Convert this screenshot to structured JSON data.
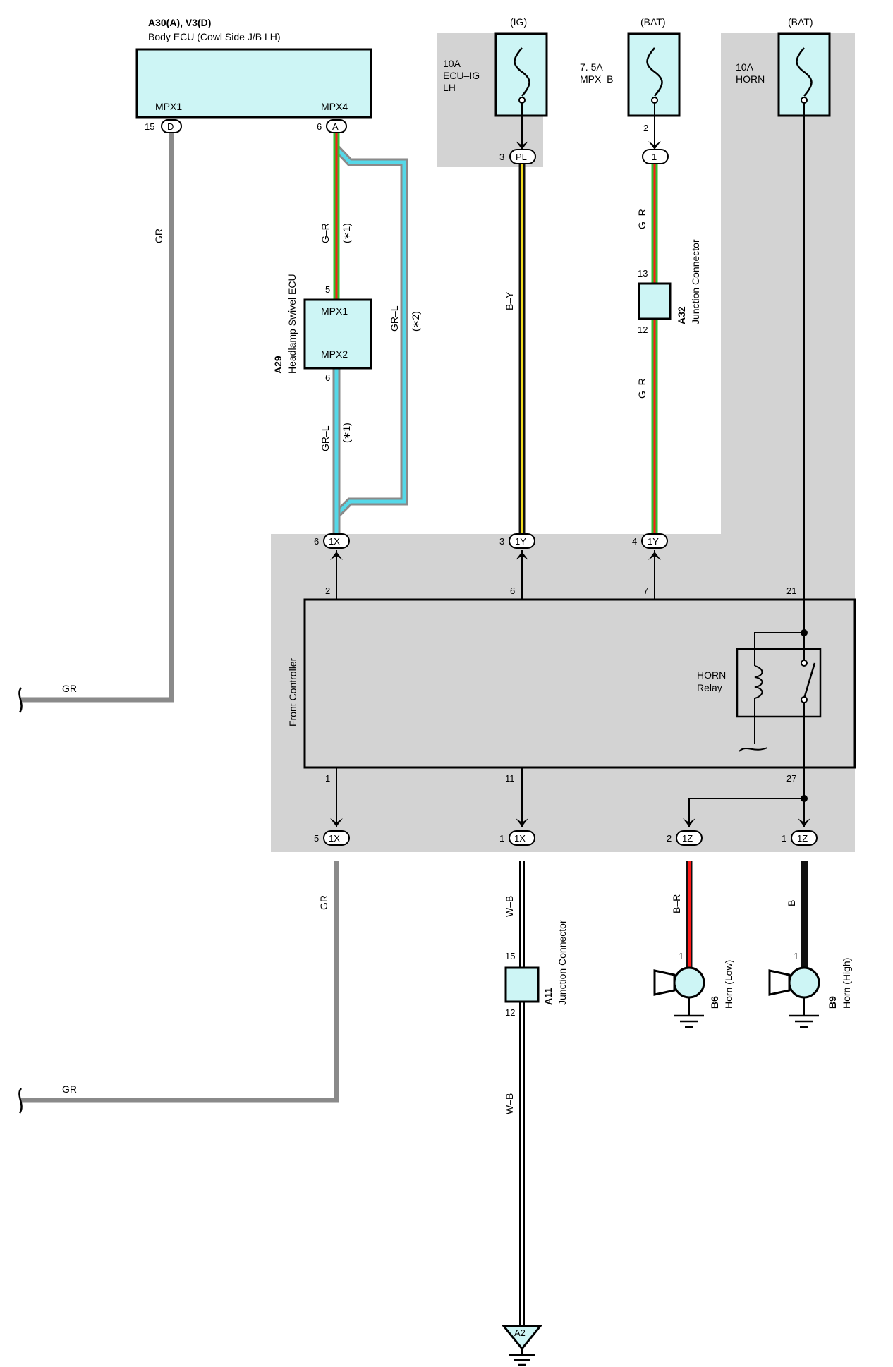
{
  "colors": {
    "area": "#d3d3d3",
    "box": "#cdf5f5",
    "wire_gray": "#8a8a8a",
    "wire_green": "#2fbf2f",
    "wire_red": "#ff1a1a",
    "wire_cyan": "#55d8e8",
    "wire_yellow": "#f2dd20",
    "wire_black": "#101010"
  },
  "body_ecu": {
    "code": "A30(A), V3(D)",
    "name": "Body ECU (Cowl Side J/B LH)",
    "pin_left": "MPX1",
    "pin_right": "MPX4",
    "left_pin_num": "15",
    "left_conn": "D",
    "right_pin_num": "6",
    "right_conn": "A"
  },
  "fuses": [
    {
      "source": "(IG)",
      "rating": "10A",
      "name_line1": "ECU–IG",
      "name_line2": "LH"
    },
    {
      "source": "(BAT)",
      "rating": "7. 5A",
      "name_line1": "MPX–B",
      "name_line2": ""
    },
    {
      "source": "(BAT)",
      "rating": "10A",
      "name_line1": "HORN",
      "name_line2": ""
    }
  ],
  "fuse_outputs": [
    {
      "pin": "3",
      "conn": "PL"
    },
    {
      "pin": "2",
      "conn": "1"
    }
  ],
  "headlamp_ecu": {
    "code": "A29",
    "name": "Headlamp Swivel ECU",
    "pin_top_label": "MPX1",
    "pin_bottom_label": "MPX2",
    "pin_top": "5",
    "pin_bottom": "6"
  },
  "junction_a32": {
    "code": "A32",
    "name": "Junction Connector",
    "pin_in": "13",
    "pin_out": "12"
  },
  "junction_a11": {
    "code": "A11",
    "name": "Junction Connector",
    "pin_in": "15",
    "pin_out": "12"
  },
  "wire_labels": {
    "gr_left": "GR",
    "gr_left_stub": "GR",
    "gr_mpx_top": "G–R",
    "note_1a": "(∗1)",
    "gr_l_bypass": "GR–L",
    "note_2": "(∗2)",
    "gr_l_lower": "GR–L",
    "note_1b": "(∗1)",
    "b_y": "B–Y",
    "g_r_top": "G–R",
    "g_r_bottom": "G–R",
    "gr_bottom": "GR",
    "gr_bottom_stub": "GR",
    "w_b_top": "W–B",
    "w_b_bottom": "W–B",
    "b_r": "B–R",
    "b": "B"
  },
  "top_connectors": [
    {
      "pin": "6",
      "conn": "1X"
    },
    {
      "pin": "3",
      "conn": "1Y"
    },
    {
      "pin": "4",
      "conn": "1Y"
    }
  ],
  "front_controller": {
    "name": "Front Controller",
    "pins_top": [
      "2",
      "6",
      "7",
      "21"
    ],
    "pins_bottom": [
      "1",
      "11",
      "27"
    ],
    "relay_line1": "HORN",
    "relay_line2": "Relay"
  },
  "bottom_connectors": [
    {
      "pin": "5",
      "conn": "1X"
    },
    {
      "pin": "1",
      "conn": "1X"
    },
    {
      "pin": "2",
      "conn": "1Z"
    },
    {
      "pin": "1",
      "conn": "1Z"
    }
  ],
  "horns": [
    {
      "code": "B6",
      "name": "Horn (Low)",
      "pin": "1"
    },
    {
      "code": "B9",
      "name": "Horn (High)",
      "pin": "1"
    }
  ],
  "ground": {
    "code": "A2"
  }
}
